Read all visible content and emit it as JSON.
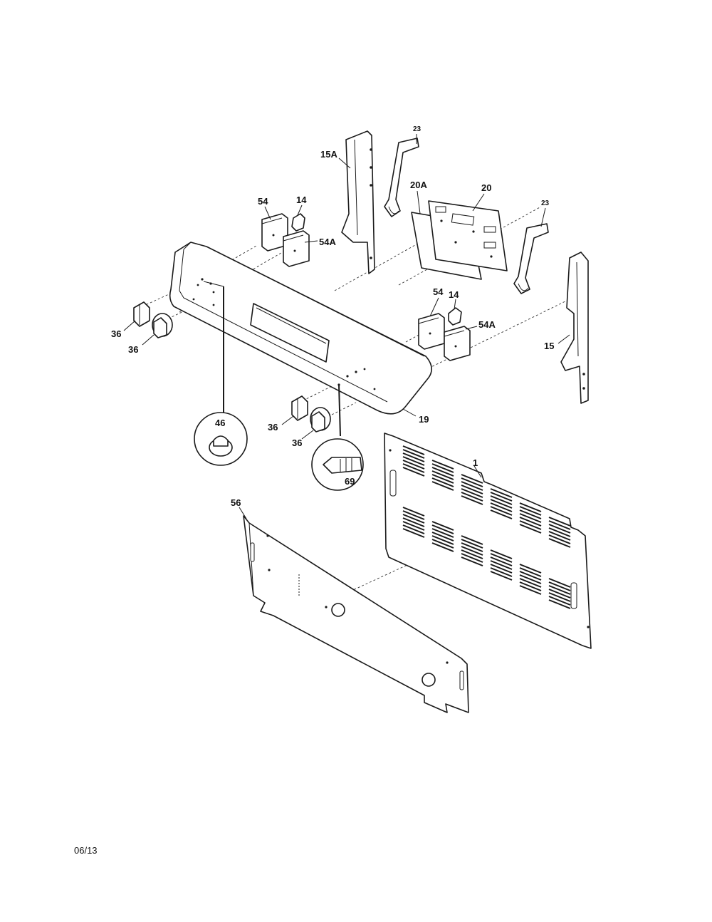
{
  "diagram": {
    "callouts": {
      "c15A": "15A",
      "c23a": "23",
      "c23b": "23",
      "c20A": "20A",
      "c20": "20",
      "c54a": "54",
      "c14a": "14",
      "c54Aa": "54A",
      "c54b": "54",
      "c14b": "14",
      "c54Ab": "54A",
      "c15": "15",
      "c36a": "36",
      "c36b": "36",
      "c36c": "36",
      "c36d": "36",
      "c19": "19",
      "c46": "46",
      "c69": "69",
      "c1": "1",
      "c56": "56"
    },
    "date_code": "06/13"
  }
}
